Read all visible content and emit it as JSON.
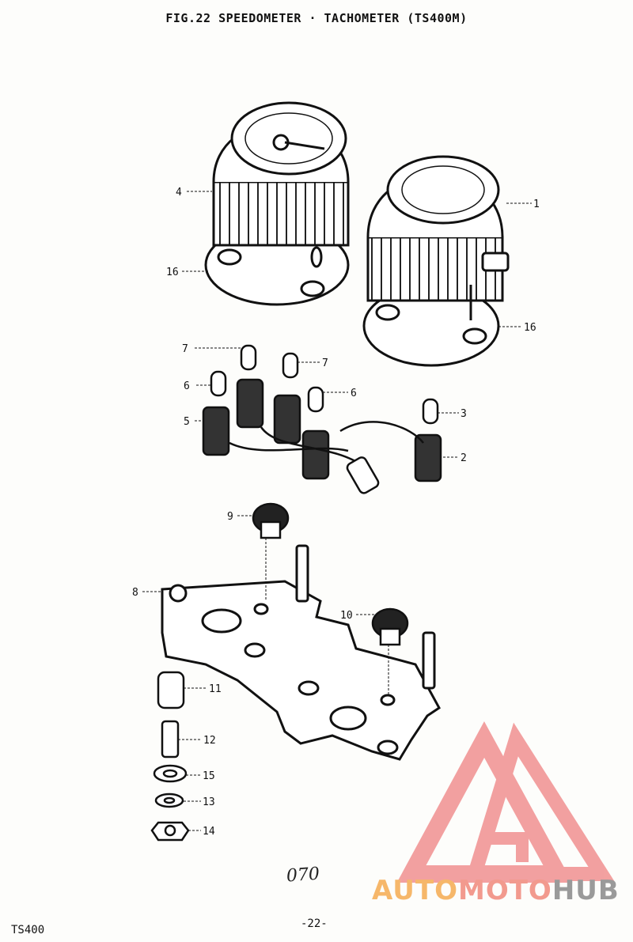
{
  "title": "FIG.22 SPEEDOMETER · TACHOMETER (TS400M)",
  "footer": {
    "model": "TS400",
    "page": "-22-",
    "handwritten": "070"
  },
  "watermark": {
    "part1": "AUTO",
    "part2": "MOTO",
    "part3": "HUB",
    "colors": {
      "auto": "#f6b76a",
      "moto": "#f29a8e",
      "hub": "#9a9a9a",
      "triangle": "#f08a8a"
    }
  },
  "callouts": [
    {
      "number": "1"
    },
    {
      "number": "2"
    },
    {
      "number": "3"
    },
    {
      "number": "4"
    },
    {
      "number": "5"
    },
    {
      "number": "6"
    },
    {
      "number": "6"
    },
    {
      "number": "7"
    },
    {
      "number": "7"
    },
    {
      "number": "8"
    },
    {
      "number": "9"
    },
    {
      "number": "10"
    },
    {
      "number": "11"
    },
    {
      "number": "12"
    },
    {
      "number": "13"
    },
    {
      "number": "14"
    },
    {
      "number": "15"
    },
    {
      "number": "16"
    },
    {
      "number": "16"
    }
  ]
}
